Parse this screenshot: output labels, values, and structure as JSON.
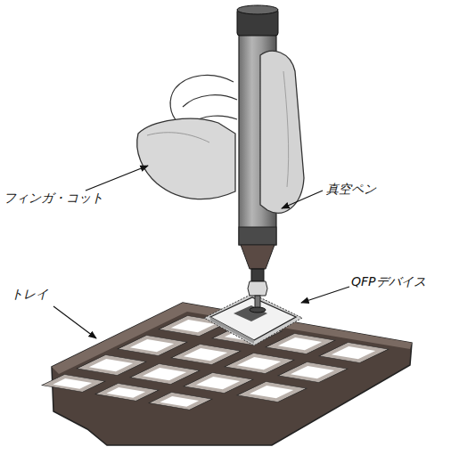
{
  "diagram": {
    "labels": [
      "フィンガ・コット",
      "真空ペン",
      "QFPデバイス",
      "トレイ"
    ]
  }
}
